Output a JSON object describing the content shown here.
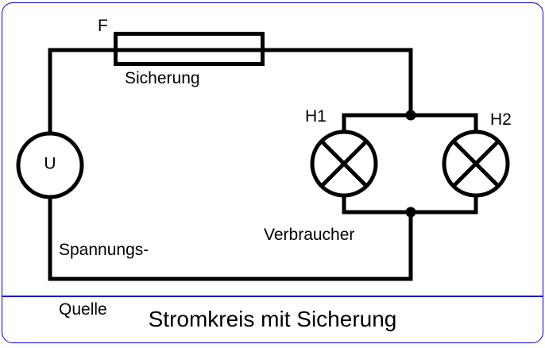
{
  "diagram": {
    "caption": "Stromkreis mit Sicherung",
    "fuse": {
      "designator": "F",
      "label": "Sicherung"
    },
    "voltage_source": {
      "symbol": "U",
      "label_line1": "Spannungs-",
      "label_line2": "Quelle"
    },
    "loads": {
      "lamp1_designator": "H1",
      "lamp2_designator": "H2",
      "group_label": "Verbraucher"
    },
    "colors": {
      "frame_blue": "#0000CC",
      "line_black": "#000000",
      "background": "#FFFFFF"
    }
  }
}
